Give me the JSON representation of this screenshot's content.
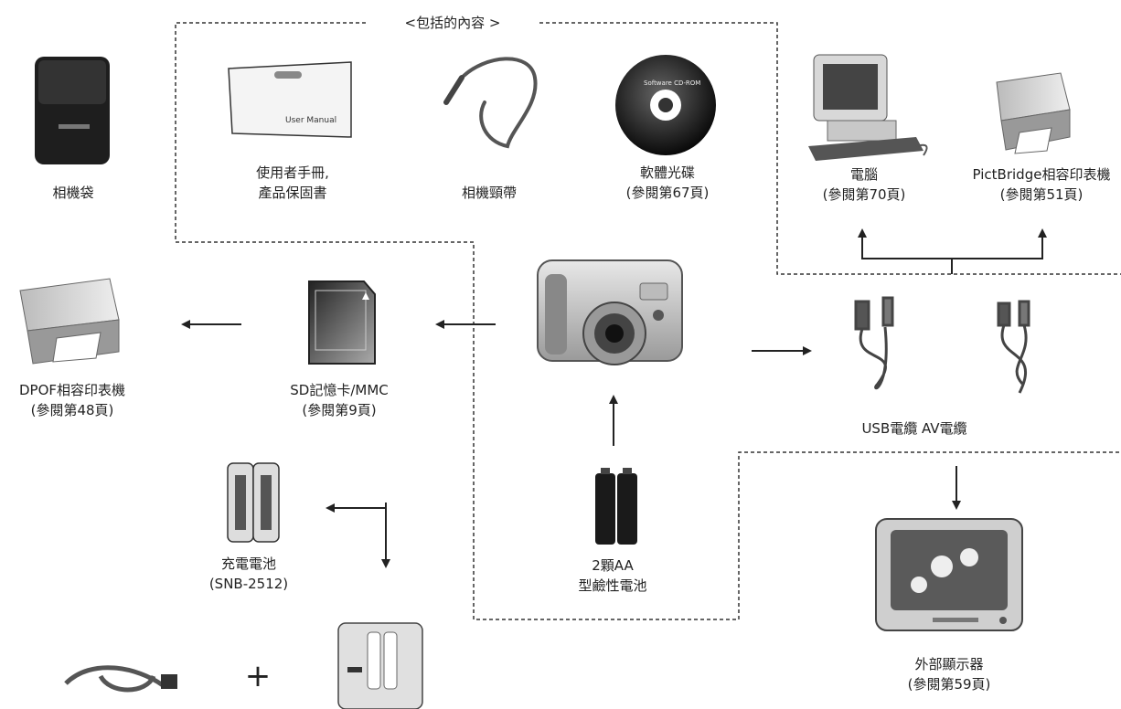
{
  "header": {
    "title": "<包括的內容  >"
  },
  "items": {
    "camera_case": {
      "lines": [
        "相機袋"
      ]
    },
    "user_manual": {
      "lines": [
        "使用者手冊,",
        "產品保固書"
      ],
      "print": "User Manual"
    },
    "strap": {
      "lines": [
        "相機頸帶"
      ]
    },
    "software_cd": {
      "lines": [
        "軟體光碟",
        "(參閱第67頁)"
      ],
      "print": "Software CD-ROM"
    },
    "computer": {
      "lines": [
        "電腦",
        "(參閱第70頁)"
      ]
    },
    "pictbridge_printer": {
      "lines": [
        "PictBridge相容印表機",
        "(參閱第51頁)"
      ]
    },
    "dpof_printer": {
      "lines": [
        "DPOF相容印表機",
        "(參閱第48頁)"
      ]
    },
    "sd_card": {
      "lines": [
        "SD記憶卡/MMC",
        "(參閱第9頁)"
      ]
    },
    "cables": {
      "lines": [
        "USB電纜   AV電纜"
      ]
    },
    "rechargeable_battery": {
      "lines": [
        "充電電池",
        "(SNB-2512)"
      ]
    },
    "aa_battery": {
      "lines": [
        "2顆AA",
        "型鹼性電池"
      ]
    },
    "external_monitor": {
      "lines": [
        "外部顯示器",
        "(參閱第59頁)"
      ]
    }
  },
  "symbols": {
    "plus": "+"
  }
}
